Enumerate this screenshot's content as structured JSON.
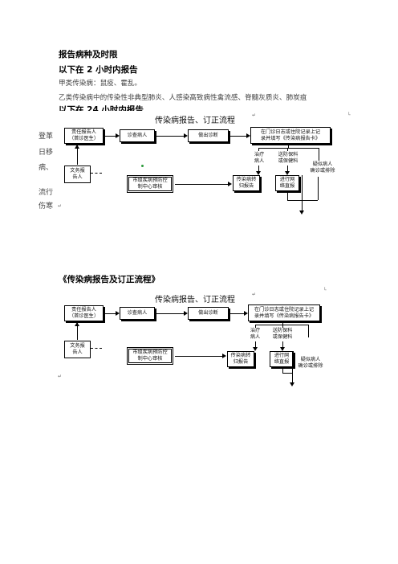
{
  "document": {
    "heading_1": "报告病种及时限",
    "heading_2": "以下在 2 小时内报告",
    "line_1": "甲类传染病：鼠疫、霍乱。",
    "line_2": "乙类传染病中的传染性非典型肺炎、人感染高致病性禽流感、脊髓灰质炎、肺炭疽",
    "heading_3": "以下在 24 小时内报告",
    "side_text": [
      "登革",
      "日移",
      "病、",
      "流行",
      "伤寒"
    ],
    "section_2_title": "《传染病报告及订正流程》",
    "colors": {
      "heading": "#000000",
      "body": "#444444",
      "marker_dot": "#2a9a3a"
    }
  },
  "diagram": {
    "title": "传染病报告、订正流程",
    "responsible_reporter": [
      "责任报告人",
      "（首诊医生）"
    ],
    "diagnose_patient": "诊查病人",
    "make_diagnosis": "做出诊断",
    "register_and_fill": [
      "在门诊日志或住院记录上记",
      "录并填写《传染病报告卡》"
    ],
    "treat_patient": [
      "治疗",
      "病人"
    ],
    "send_or_isolate": [
      "送防保科",
      "或保健科"
    ],
    "suspected_case": [
      "疑似病人",
      "确诊或排除"
    ],
    "online_direct_report": [
      "进行网",
      "络直报"
    ],
    "transfer_report": [
      "传染病转",
      "归报告"
    ],
    "cdc_review": [
      "市级疾病预防控",
      "制中心审核"
    ],
    "clerk_reporter": [
      "文务报",
      "告人"
    ]
  }
}
